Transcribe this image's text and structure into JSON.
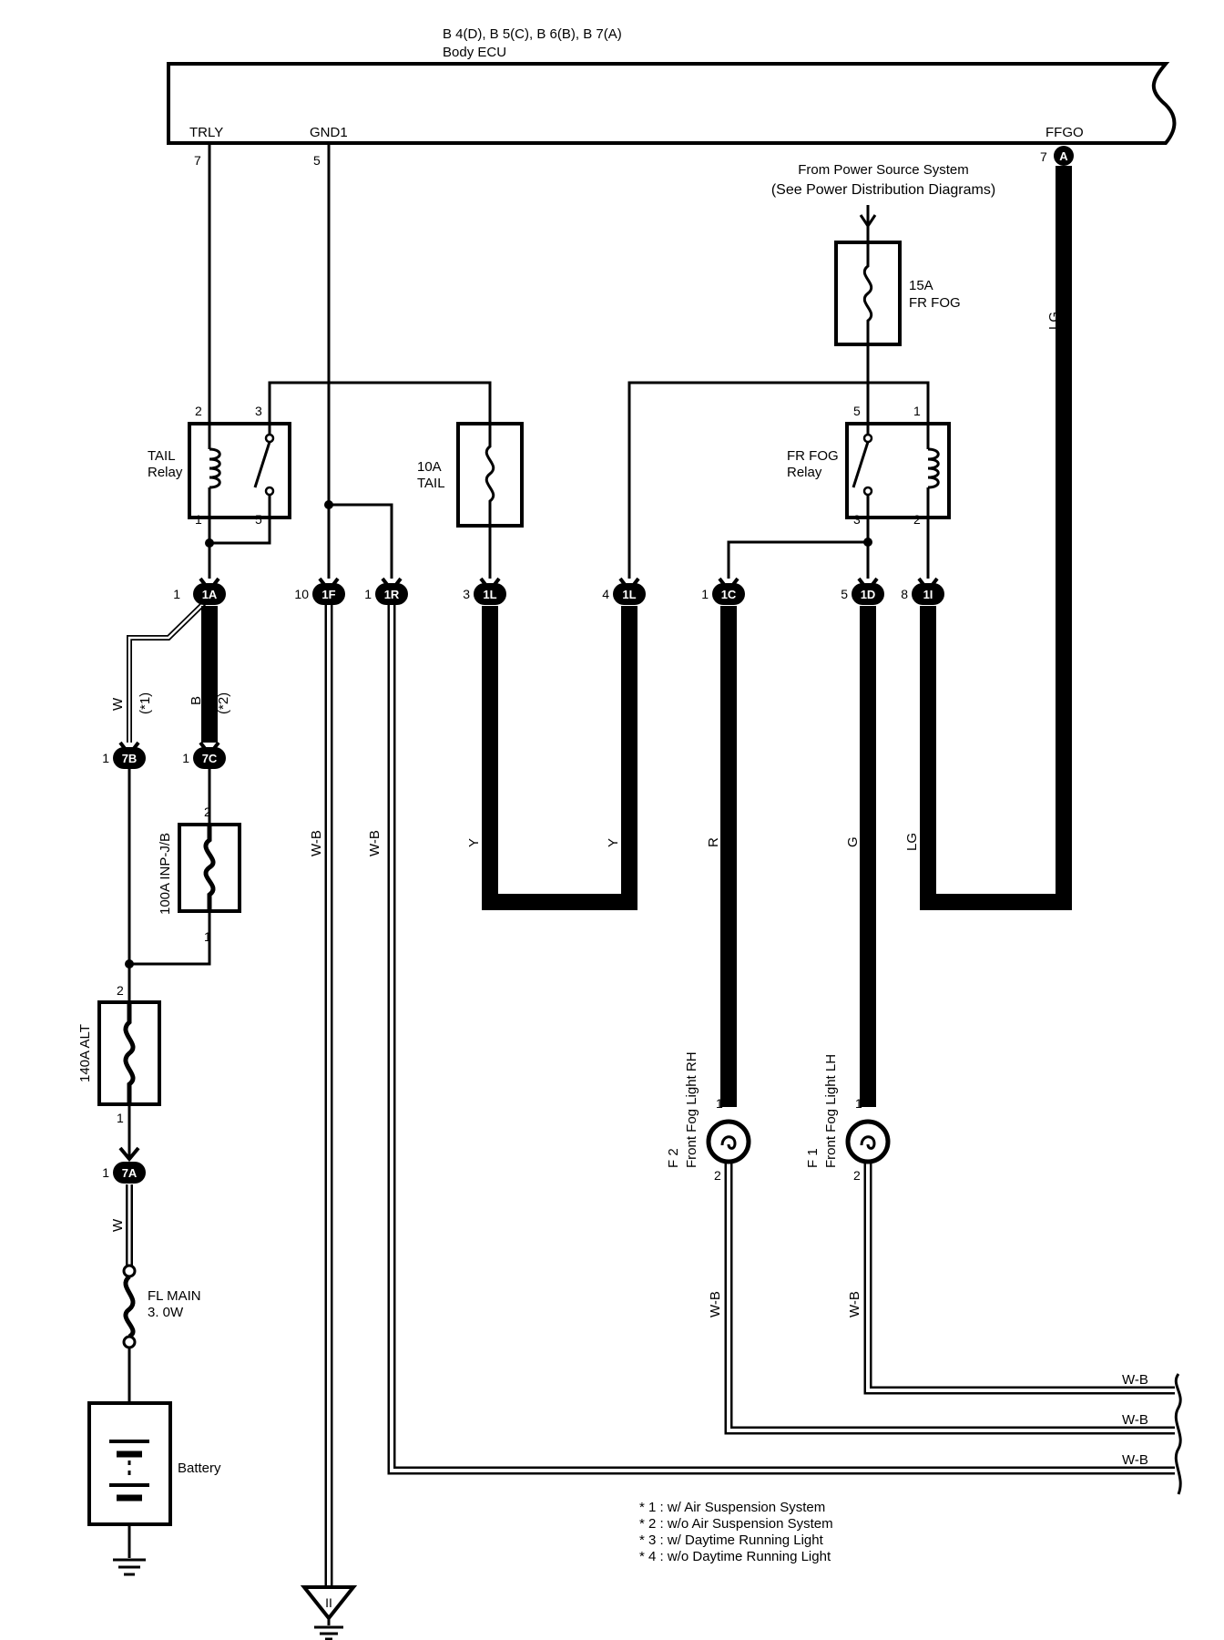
{
  "ecu": {
    "connectors": "B 4(D), B 5(C), B 6(B), B 7(A)",
    "name": "Body ECU",
    "pins": [
      {
        "label": "TRLY",
        "num": "7"
      },
      {
        "label": "GND1",
        "num": "5"
      },
      {
        "label": "FFGO",
        "num": "7",
        "connector": "A"
      }
    ]
  },
  "power_source": {
    "line1": "From Power Source System",
    "line2": "(See Power Distribution Diagrams)"
  },
  "fuses": {
    "fr_fog": {
      "rating": "15A",
      "name": "FR FOG"
    },
    "tail": {
      "rating": "10A",
      "name": "TAIL"
    },
    "inp_jb": {
      "label": "100A INP-J/B",
      "pin_top": "2",
      "pin_bottom": "1"
    },
    "alt": {
      "label": "140A ALT",
      "pin_top": "2",
      "pin_bottom": "1"
    },
    "fl_main": {
      "name": "FL MAIN",
      "size": "3. 0W"
    }
  },
  "relays": {
    "tail": {
      "line1": "TAIL",
      "line2": "Relay",
      "pins": [
        "2",
        "3",
        "1",
        "5"
      ]
    },
    "fr_fog": {
      "line1": "FR FOG",
      "line2": "Relay",
      "pins": [
        "5",
        "1",
        "3",
        "2"
      ]
    }
  },
  "junctions": [
    {
      "pin": "1",
      "id": "1A"
    },
    {
      "pin": "10",
      "id": "1F"
    },
    {
      "pin": "1",
      "id": "1R"
    },
    {
      "pin": "3",
      "id": "1L"
    },
    {
      "pin": "4",
      "id": "1L"
    },
    {
      "pin": "1",
      "id": "1C"
    },
    {
      "pin": "5",
      "id": "1D"
    },
    {
      "pin": "8",
      "id": "1I"
    },
    {
      "pin": "1",
      "id": "7B"
    },
    {
      "pin": "1",
      "id": "7C"
    },
    {
      "pin": "1",
      "id": "7A"
    }
  ],
  "wire_colors": {
    "lg_top": "LG",
    "w_upper": "W",
    "w_upper_note": "(*1)",
    "b_upper": "B",
    "b_upper_note": "(*2)",
    "wb_1f": "W-B",
    "wb_1r": "W-B",
    "y_left": "Y",
    "y_right": "Y",
    "r": "R",
    "g": "G",
    "lg_bottom": "LG",
    "w_lower": "W",
    "wb_f2": "W-B",
    "wb_f1": "W-B",
    "wb_right_1": "W-B",
    "wb_right_2": "W-B",
    "wb_right_3": "W-B"
  },
  "lights": {
    "f2": {
      "code": "F 2",
      "name": "Front Fog Light RH",
      "pin_top": "1",
      "pin_bottom": "2"
    },
    "f1": {
      "code": "F 1",
      "name": "Front Fog Light LH",
      "pin_top": "1",
      "pin_bottom": "2"
    }
  },
  "battery": {
    "label": "Battery"
  },
  "ground_label": "II",
  "notes": [
    "* 1 : w/ Air Suspension System",
    "* 2 : w/o Air Suspension System",
    "* 3 : w/ Daytime Running Light",
    "* 4 : w/o Daytime Running Light"
  ]
}
